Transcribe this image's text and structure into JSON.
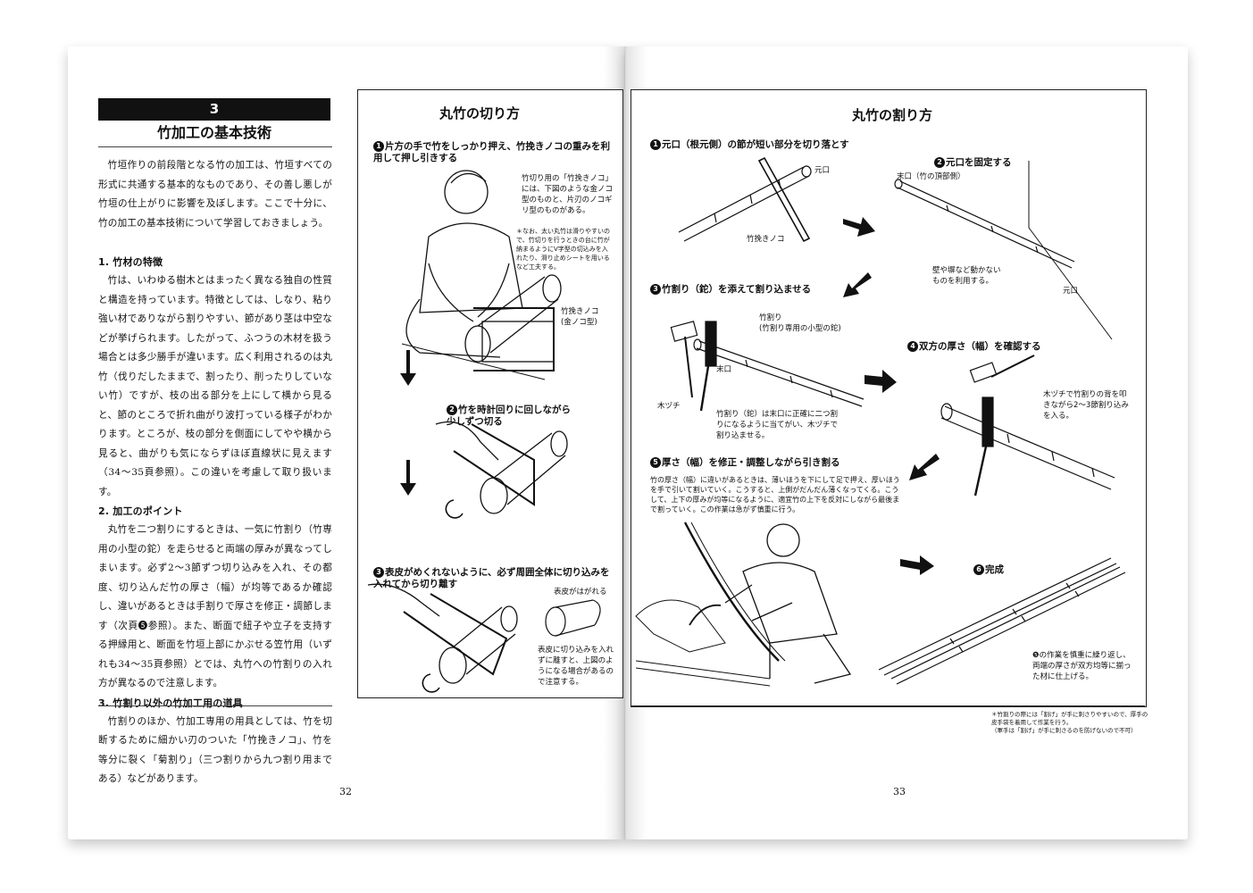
{
  "left_page": {
    "chapter_number": "3",
    "chapter_title": "竹加工の基本技術",
    "intro": "竹垣作りの前段階となる竹の加工は、竹垣すべての形式に共通する基本的なものであり、その善し悪しが竹垣の仕上がりに影響を及ぼします。ここで十分に、竹の加工の基本技術について学習しておきましょう。",
    "sections": [
      {
        "heading": "1. 竹材の特徴",
        "body": "竹は、いわゆる樹木とはまったく異なる独自の性質と構造を持っています。特徴としては、しなり、粘り強い材でありながら割りやすい、節があり茎は中空などが挙げられます。したがって、ふつうの木材を扱う場合とは多少勝手が違います。広く利用されるのは丸竹（伐りだしたままで、割ったり、削ったりしていない竹）ですが、枝の出る部分を上にして横から見ると、節のところで折れ曲がり波打っている様子がわかります。ところが、枝の部分を側面にしてやや横から見ると、曲がりも気にならずほぼ直線状に見えます（34〜35頁参照）。この違いを考慮して取り扱います。"
      },
      {
        "heading": "2. 加工のポイント",
        "body": "丸竹を二つ割りにするときは、一気に竹割り（竹専用の小型の鉈）を走らせると両端の厚みが異なってしまいます。必ず2〜3節ずつ切り込みを入れ、その都度、切り込んだ竹の厚さ（幅）が均等であるか確認し、違いがあるときは手割りで厚さを修正・調節します（次頁❺参照）。また、断面で紐子や立子を支持する押縁用と、断面を竹垣上部にかぶせる笠竹用（いずれも34〜35頁参照）とでは、丸竹への竹割りの入れ方が異なるので注意します。"
      },
      {
        "heading": "3. 竹割り以外の竹加工用の道具",
        "body": "竹割りのほか、竹加工専用の用具としては、竹を切断するために細かい刃のついた「竹挽きノコ」、竹を等分に裂く「菊割り」（三つ割りから九つ割り用まである）などがあります。"
      }
    ],
    "page_number": "32"
  },
  "cut_box": {
    "title": "丸竹の切り方",
    "step1": "片方の手で竹をしっかり押え、竹挽きノコの重みを利用して押し引きする",
    "step1_num": "1",
    "saw_note": "竹切り用の「竹挽きノコ」には、下図のような金ノコ型のものと、片刃のノコギリ型のものがある。",
    "small_note": "＊なお、太い丸竹は滑りやすいので、竹切りを行うときの台に竹が納まるようにV字型の切込みを入れたり、滑り止めシートを用いるなど工夫する。",
    "saw_label": "竹挽きノコ\n(金ノコ型)",
    "step2_num": "2",
    "step2": "竹を時計回りに回しながら\n少しずつ切る",
    "step3_num": "3",
    "step3": "表皮がめくれないように、必ず周囲全体に切り込みを\n入れてから切り離す",
    "peel_label": "表皮がはがれる",
    "peel_note": "表皮に切り込みを入れずに離すと、上図のようになる場合があるので注意する。"
  },
  "split_box": {
    "title": "丸竹の割り方",
    "s1_num": "1",
    "s1": "元口（根元側）の節が短い部分を切り落とす",
    "label_motoguchi": "元口",
    "label_saw": "竹挽きノコ",
    "s2_num": "2",
    "s2": "元口を固定する",
    "label_suekuchi": "末口（竹の頂部側）",
    "wall_note": "壁や塀など動かない\nものを利用する。",
    "label_motoguchi2": "元口",
    "s3_num": "3",
    "s3": "竹割り（鉈）を添えて割り込ませる",
    "label_takewari": "竹割り\n(竹割り専用の小型の鉈)",
    "label_suekuchi2": "末口",
    "label_kizuchi": "木ヅチ",
    "s3_note": "竹割り（鉈）は末口に正確に二つ割りになるように当てがい、木ヅチで割り込ませる。",
    "s4_num": "4",
    "s4": "双方の厚さ（幅）を確認する",
    "s4_note": "木ヅチで竹割りの背を叩きながら2〜3節割り込みを入る。",
    "s5_num": "5",
    "s5": "厚さ（幅）を修正・調整しながら引き割る",
    "s5_note": "竹の厚さ（幅）に違いがあるときは、薄いほうを下にして足で押え、厚いほうを手で引いて割いていく。こうすると、上側がだんだん薄くなってくる。こうして、上下の厚みが均等になるように、適宜竹の上下を反対にしながら最後まで割っていく。この作業は急がず慎重に行う。",
    "s6_num": "6",
    "s6": "完成",
    "s6_note": "❺の作業を慎重に繰り返し、両端の厚さが双方均等に揃った材に仕上げる。",
    "footnote": "＊竹割りの際には「割げ」が手に刺さりやすいので、厚手の皮手袋を着用して作業を行う。\n（軍手は「割げ」が手に刺さるのを防げないので不可）"
  },
  "right_page": {
    "page_number": "33"
  }
}
